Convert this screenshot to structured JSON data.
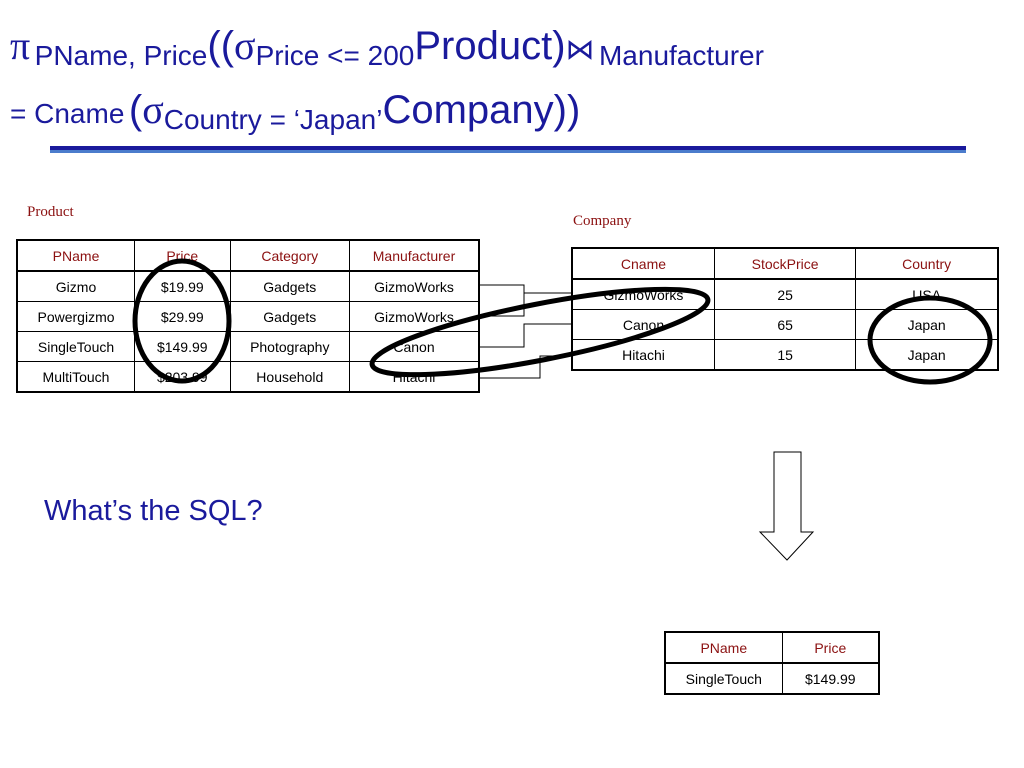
{
  "title": {
    "pi": "π",
    "proj_attrs": "PName, Price",
    "open": "((",
    "sigma1": "σ",
    "cond1": "Price <= 200",
    "product": "Product)",
    "join": "⋈",
    "join_cond_a": "Manufacturer",
    "join_cond_b": "= Cname",
    "open2": "(",
    "sigma2": "σ",
    "cond2": "Country = ‘Japan’",
    "company": "Company))"
  },
  "product": {
    "caption": "Product",
    "headers": [
      "PName",
      "Price",
      "Category",
      "Manufacturer"
    ],
    "rows": [
      [
        "Gizmo",
        "$19.99",
        "Gadgets",
        "GizmoWorks"
      ],
      [
        "Powergizmo",
        "$29.99",
        "Gadgets",
        "GizmoWorks"
      ],
      [
        "SingleTouch",
        "$149.99",
        "Photography",
        "Canon"
      ],
      [
        "MultiTouch",
        "$203.99",
        "Household",
        "Hitachi"
      ]
    ]
  },
  "company": {
    "caption": "Company",
    "headers": [
      "Cname",
      "StockPrice",
      "Country"
    ],
    "rows": [
      [
        "GizmoWorks",
        "25",
        "USA"
      ],
      [
        "Canon",
        "65",
        "Japan"
      ],
      [
        "Hitachi",
        "15",
        "Japan"
      ]
    ]
  },
  "question": "What’s the SQL?",
  "result": {
    "headers": [
      "PName",
      "Price"
    ],
    "rows": [
      [
        "SingleTouch",
        "$149.99"
      ]
    ]
  },
  "colors": {
    "title": "#1a1a9c",
    "header_text": "#8b1010",
    "underline_dark": "#1a1a9c",
    "underline_light": "#4b7ccc"
  },
  "icons": [
    "down-arrow-icon",
    "highlight-ellipse"
  ]
}
